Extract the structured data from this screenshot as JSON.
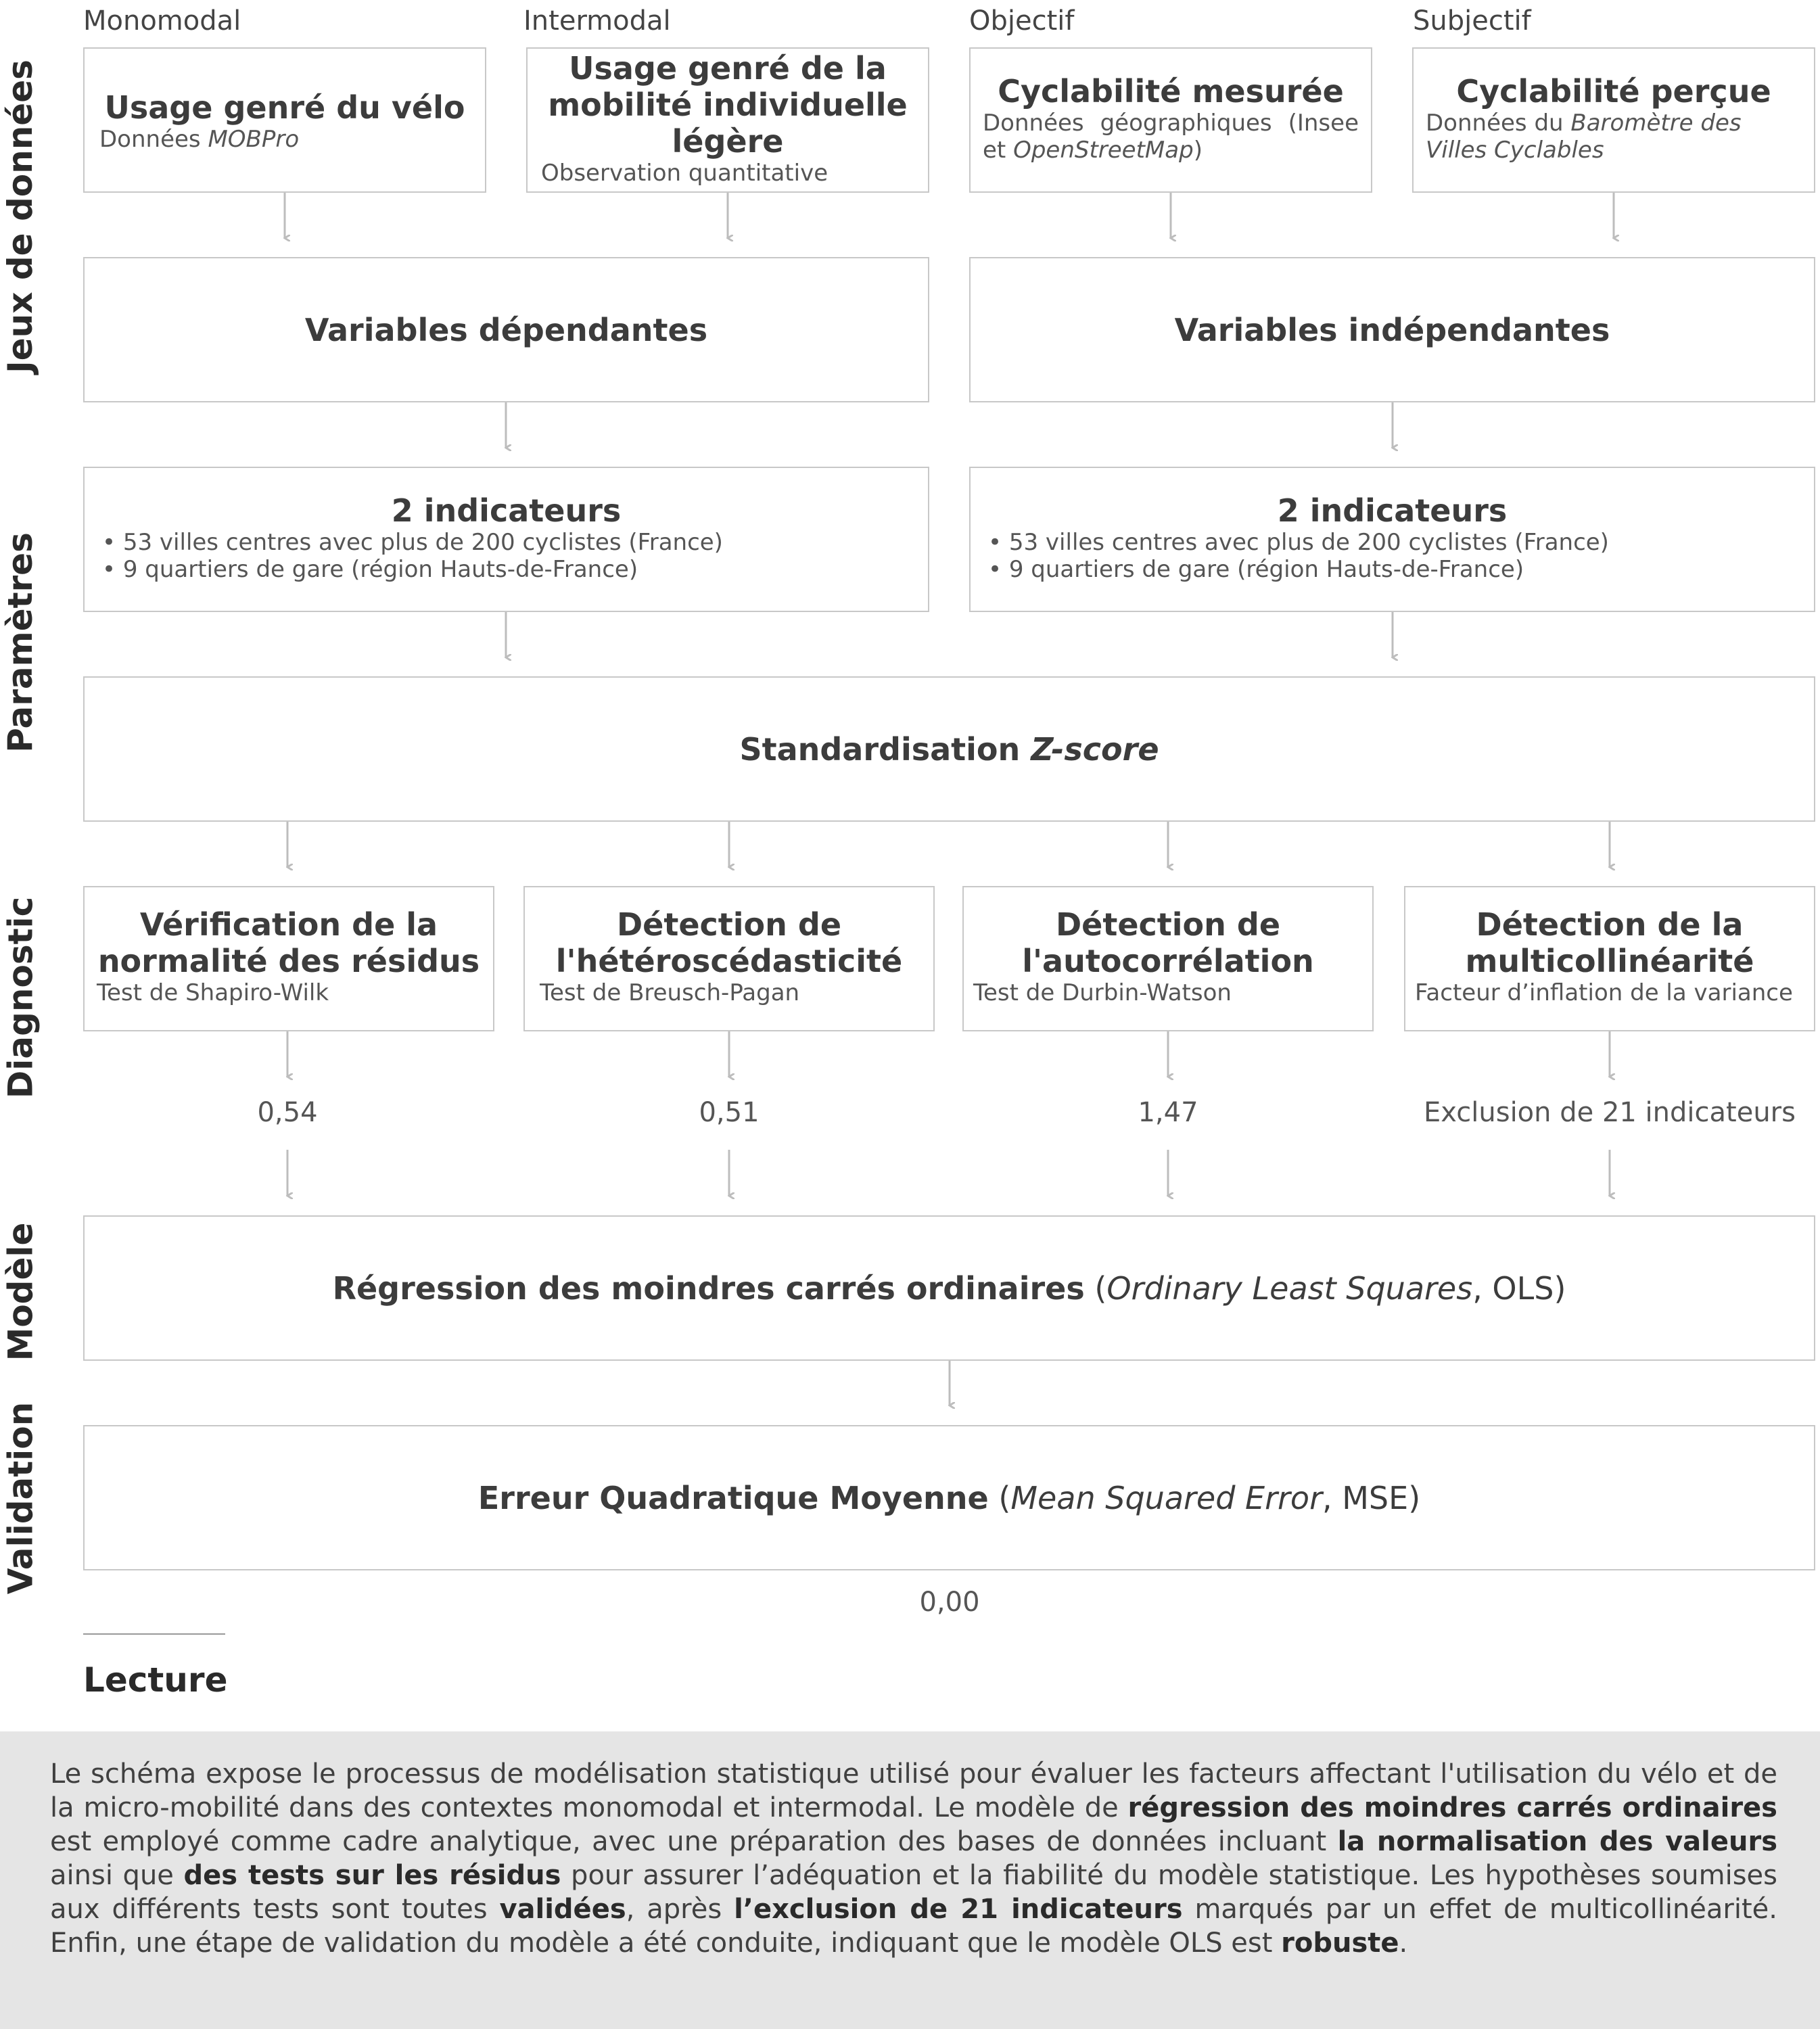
{
  "columns": {
    "monomodal": "Monomodal",
    "intermodal": "Intermodal",
    "objectif": "Objectif",
    "subjectif": "Subjectif"
  },
  "sections": {
    "jeux": "Jeux de données",
    "parametres": "Paramètres",
    "diagnostic": "Diagnostic",
    "modele": "Modèle",
    "validation": "Validation"
  },
  "datasets": {
    "velo_title": "Usage genré du vélo",
    "velo_sub_prefix": "Données ",
    "velo_sub_italic": "MOBPro",
    "mobilite_title": "Usage genré de la mobilité individuelle légère",
    "mobilite_sub": "Observation quantitative",
    "mesuree_title": "Cyclabilité mesurée",
    "mesuree_sub_prefix": "Données géographiques (Insee et ",
    "mesuree_sub_italic": "OpenStreetMap",
    "mesuree_sub_suffix": ")",
    "percue_title": "Cyclabilité perçue",
    "percue_sub_prefix": "Données du ",
    "percue_sub_italic": "Baromètre des Villes Cyclables"
  },
  "variables": {
    "dependantes": "Variables dépendantes",
    "independantes": "Variables indépendantes"
  },
  "indicateurs": {
    "title": "2 indicateurs",
    "item1": "• 53 villes centres avec plus de 200 cyclistes (France)",
    "item2": "• 9 quartiers de gare (région Hauts-de-France)"
  },
  "standardisation": {
    "label": "Standardisation ",
    "italic": "Z-score"
  },
  "diagnostics": [
    {
      "title": "Vérification de la normalité des résidus",
      "sub": "Test de Shapiro-Wilk",
      "result": "0,54"
    },
    {
      "title": "Détection de l'hétéroscédasticité",
      "sub": "Test de Breusch-Pagan",
      "result": "0,51"
    },
    {
      "title": "Détection de l'autocorrélation",
      "sub": "Test de Durbin-Watson",
      "result": "1,47"
    },
    {
      "title": "Détection de la multicollinéarité",
      "sub": "Facteur d’inflation de la variance",
      "result": "Exclusion de 21 indicateurs"
    }
  ],
  "modele": {
    "bold": "Régression des moindres carrés ordinaires",
    "open": " (",
    "italic": "Ordinary Least Squares",
    "close": ", OLS)"
  },
  "validation": {
    "bold": "Erreur Quadratique Moyenne",
    "open": " (",
    "italic": "Mean Squared Error",
    "close": ", MSE)",
    "result": "0,00"
  },
  "lecture": {
    "title": "Lecture",
    "p1": "Le schéma expose le processus de modélisation statistique utilisé pour évaluer les facteurs affectant l'utilisation du vélo et de la micro-mobilité dans des contextes monomodal et intermodal. Le modèle de ",
    "b1": "régression des moindres carrés ordinaires",
    "p2": " est employé comme cadre analytique, avec une préparation des bases de données incluant ",
    "b2": "la normalisation des valeurs",
    "p3": " ainsi que ",
    "b3": "des tests sur les résidus",
    "p4": " pour assurer l’adéquation et la fiabilité du modèle statistique. Les hypothèses soumises aux différents tests sont toutes ",
    "b4": "validées",
    "p5": ", après ",
    "b5": "l’exclusion de 21 indicateurs",
    "p6": " marqués par un effet de multicollinéarité. Enfin, une étape de validation du modèle a été conduite, indiquant que le modèle OLS est ",
    "b6": "robuste",
    "p7": "."
  }
}
